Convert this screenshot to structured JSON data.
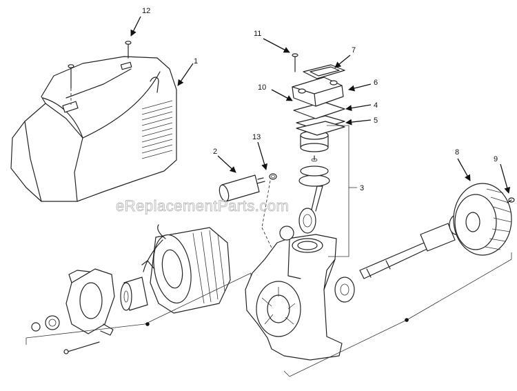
{
  "diagram": {
    "callouts": [
      {
        "id": "1",
        "label": "1"
      },
      {
        "id": "2",
        "label": "2"
      },
      {
        "id": "3",
        "label": "3"
      },
      {
        "id": "4",
        "label": "4"
      },
      {
        "id": "5",
        "label": "5"
      },
      {
        "id": "6",
        "label": "6"
      },
      {
        "id": "7",
        "label": "7"
      },
      {
        "id": "8",
        "label": "8"
      },
      {
        "id": "9",
        "label": "9"
      },
      {
        "id": "10",
        "label": "10"
      },
      {
        "id": "11",
        "label": "11"
      },
      {
        "id": "12",
        "label": "12"
      },
      {
        "id": "13",
        "label": "13"
      }
    ],
    "watermark": "eReplacementParts.com"
  }
}
